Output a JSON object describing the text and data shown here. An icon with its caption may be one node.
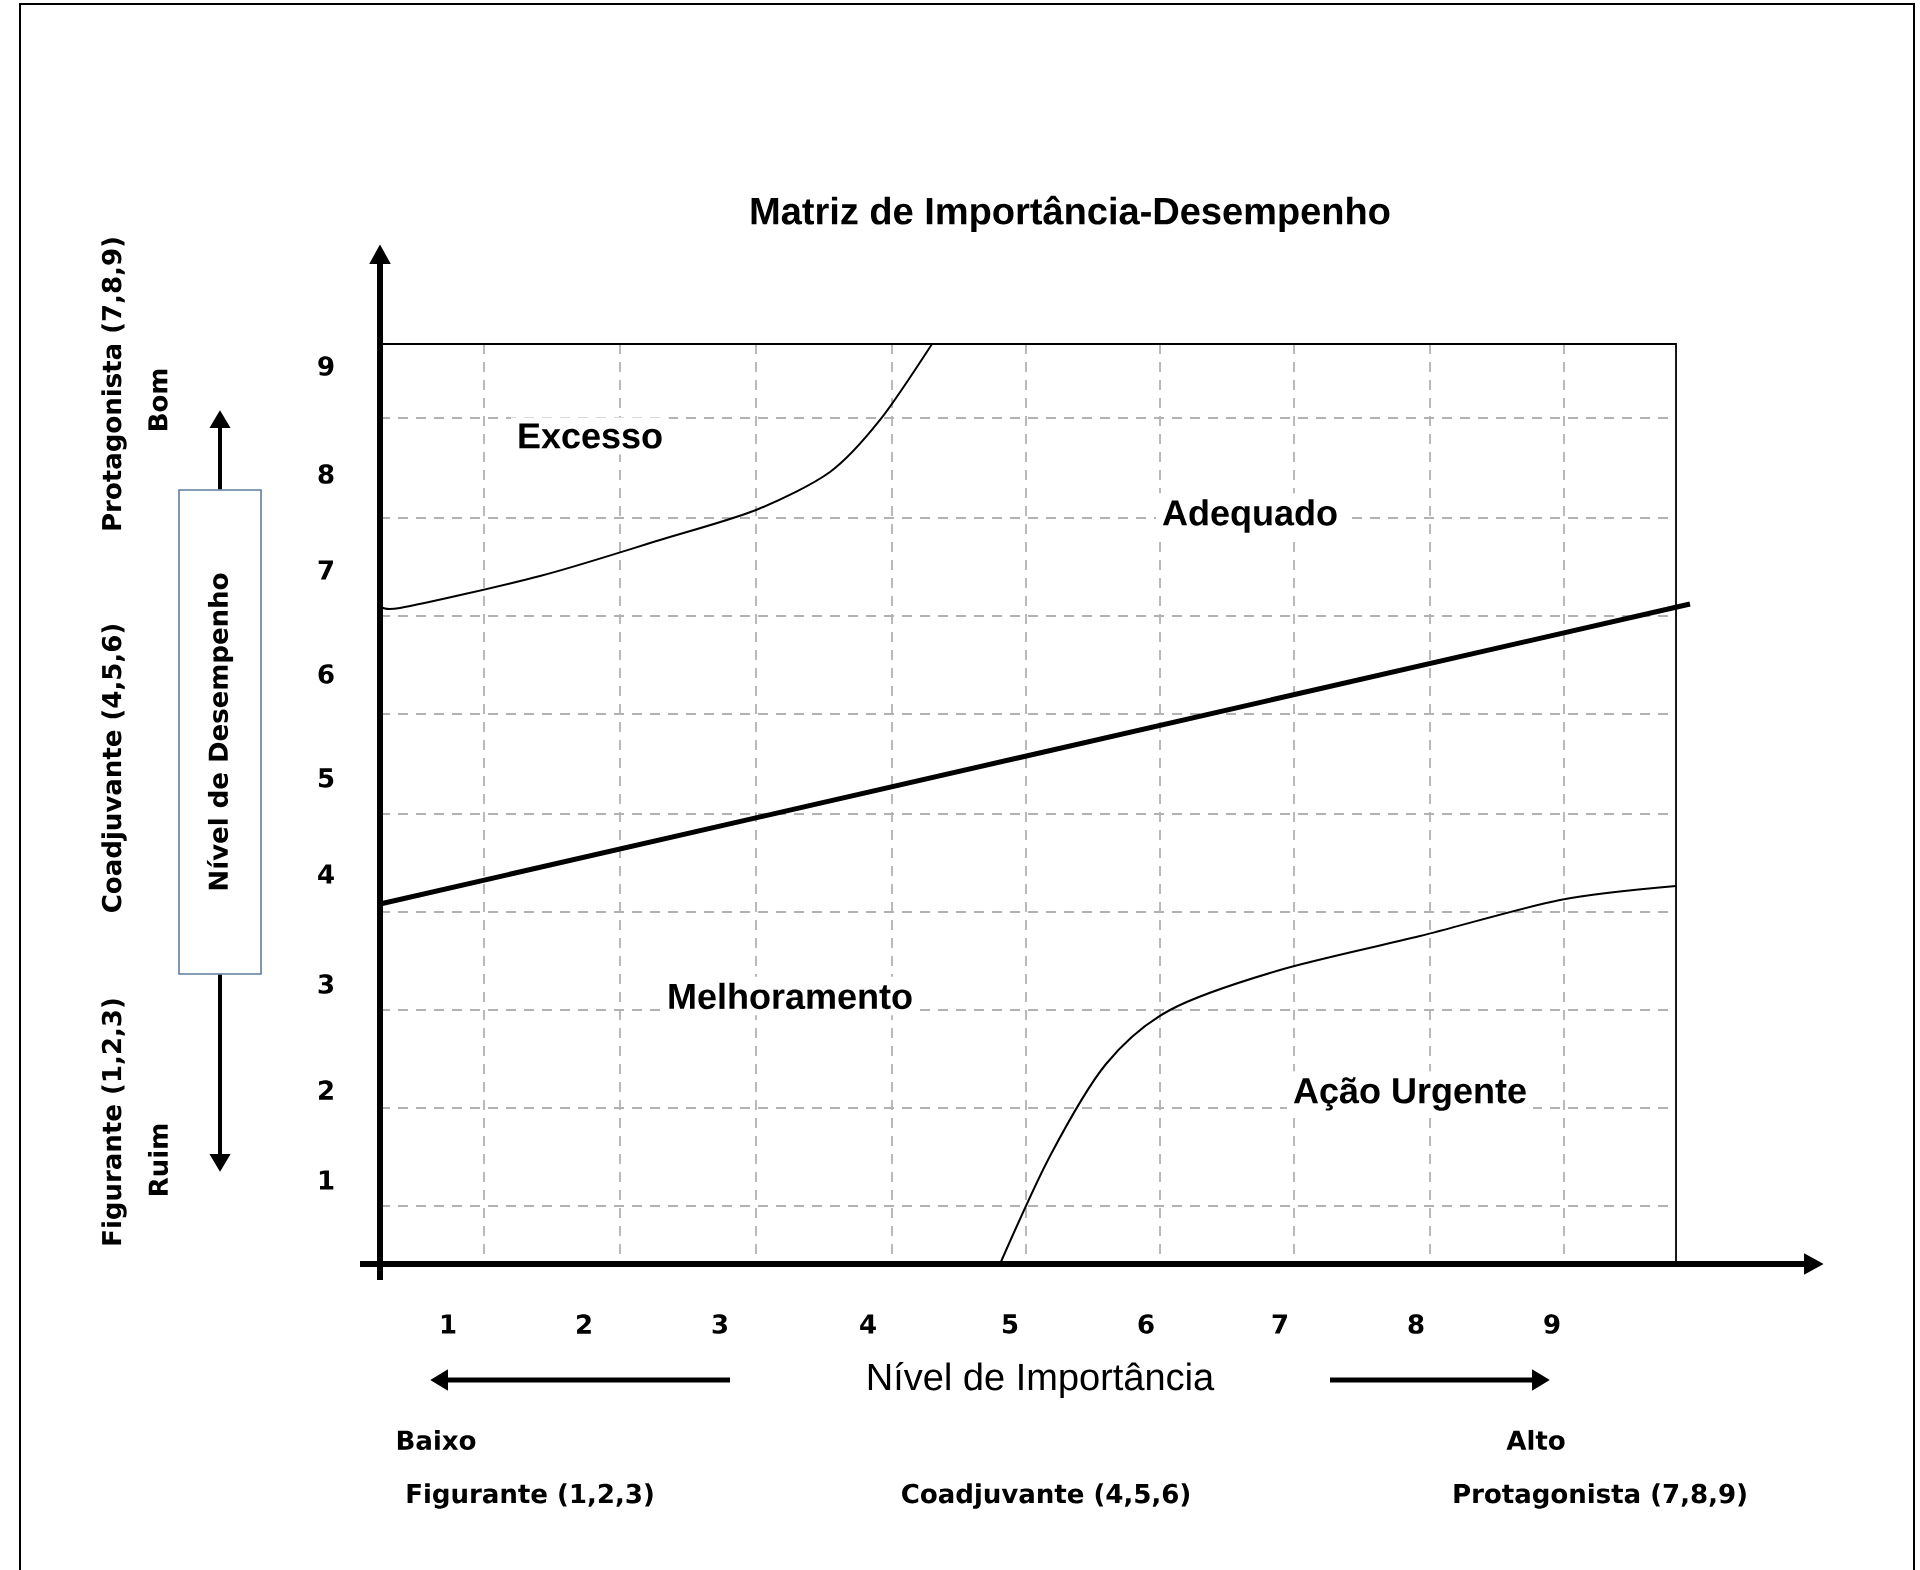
{
  "diagram": {
    "title": "Matriz de Importância-Desempenho",
    "nodes": [
      {
        "text": [
          "Nível de Desempenho"
        ]
      }
    ],
    "labels": [
      "Protagonista (7,8,9)",
      "Bom",
      "Coadjuvante (4,5,6)",
      "Figurante (1,2,3)",
      "Ruim",
      "9",
      "8",
      "7",
      "6",
      "5",
      "4",
      "3",
      "2",
      "1",
      "Excesso",
      "Adequado",
      "Melhoramento",
      "Ação Urgente",
      "1",
      "2",
      "3",
      "4",
      "5",
      "6",
      "7",
      "8",
      "9",
      "Nível de Importância",
      "Baixo",
      "Alto",
      "Figurante (1,2,3)",
      "Coadjuvante (4,5,6)",
      "Protagonista (7,8,9)"
    ]
  }
}
